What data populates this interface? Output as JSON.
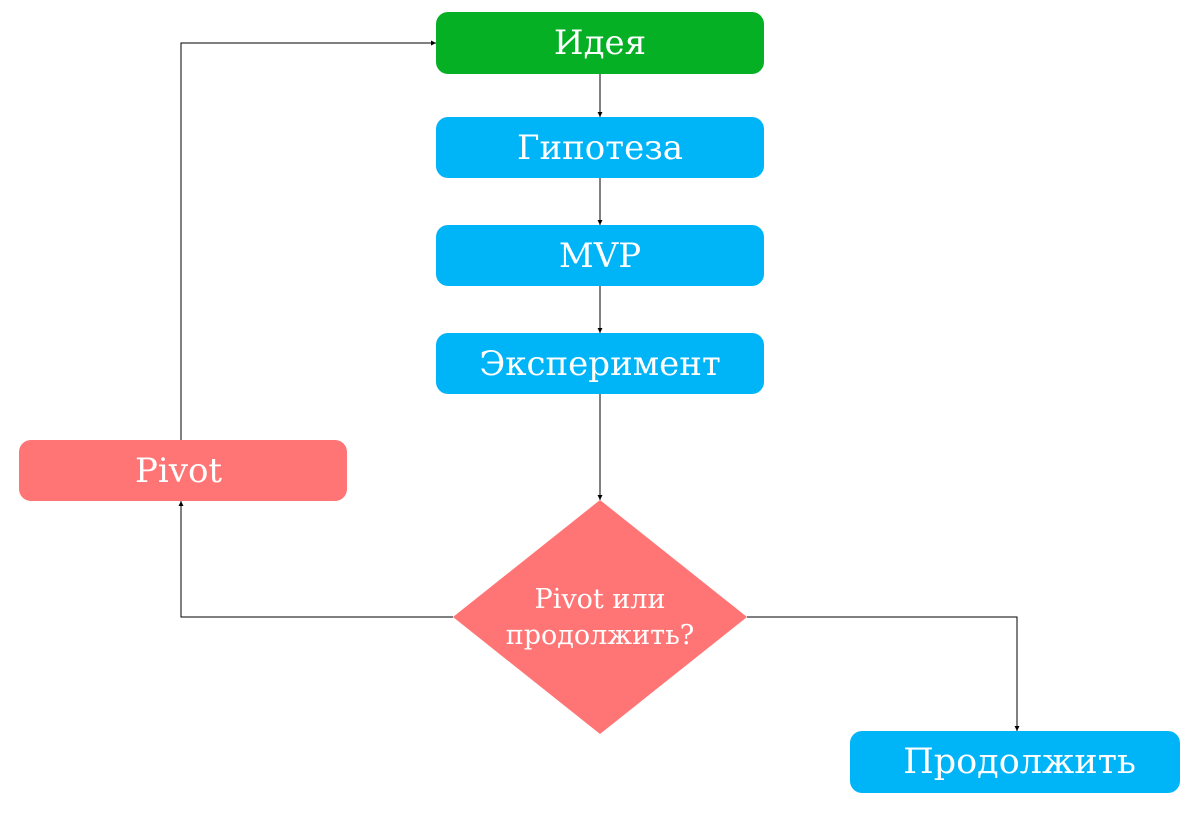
{
  "colors": {
    "green": "#06b025",
    "blue": "#00b4f8",
    "red": "#ff7575",
    "line": "#000000"
  },
  "nodes": {
    "idea": "Идея",
    "hypothesis": "Гипотеза",
    "mvp": "MVP",
    "experiment": "Эксперимент",
    "pivot": "Pivot",
    "continue": "Продолжить"
  },
  "decision": {
    "line1": "Pivot или",
    "line2": "продолжить?"
  }
}
